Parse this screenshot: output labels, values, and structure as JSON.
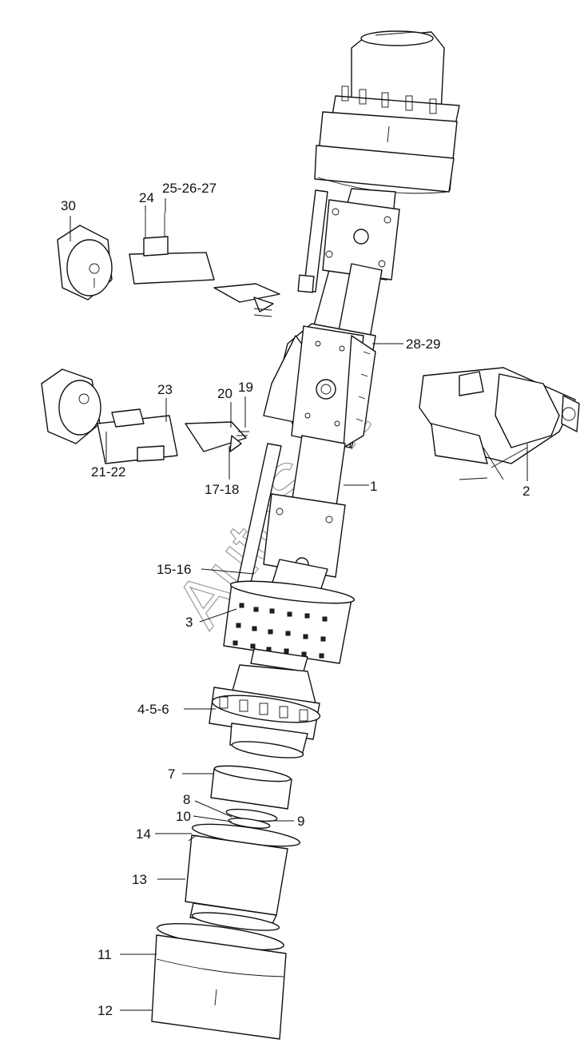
{
  "watermark": "AutoSoft",
  "callouts": [
    {
      "id": "30",
      "text": "30"
    },
    {
      "id": "24",
      "text": "24"
    },
    {
      "id": "25-26-27",
      "text": "25-26-27"
    },
    {
      "id": "28-29",
      "text": "28-29"
    },
    {
      "id": "23",
      "text": "23"
    },
    {
      "id": "20",
      "text": "20"
    },
    {
      "id": "19",
      "text": "19"
    },
    {
      "id": "21-22",
      "text": "21-22"
    },
    {
      "id": "17-18",
      "text": "17-18"
    },
    {
      "id": "1",
      "text": "1"
    },
    {
      "id": "2",
      "text": "2"
    },
    {
      "id": "15-16",
      "text": "15-16"
    },
    {
      "id": "3",
      "text": "3"
    },
    {
      "id": "4-5-6",
      "text": "4-5-6"
    },
    {
      "id": "7",
      "text": "7"
    },
    {
      "id": "8",
      "text": "8"
    },
    {
      "id": "10",
      "text": "10"
    },
    {
      "id": "9",
      "text": "9"
    },
    {
      "id": "14",
      "text": "14"
    },
    {
      "id": "13",
      "text": "13"
    },
    {
      "id": "11",
      "text": "11"
    },
    {
      "id": "12",
      "text": "12"
    }
  ]
}
